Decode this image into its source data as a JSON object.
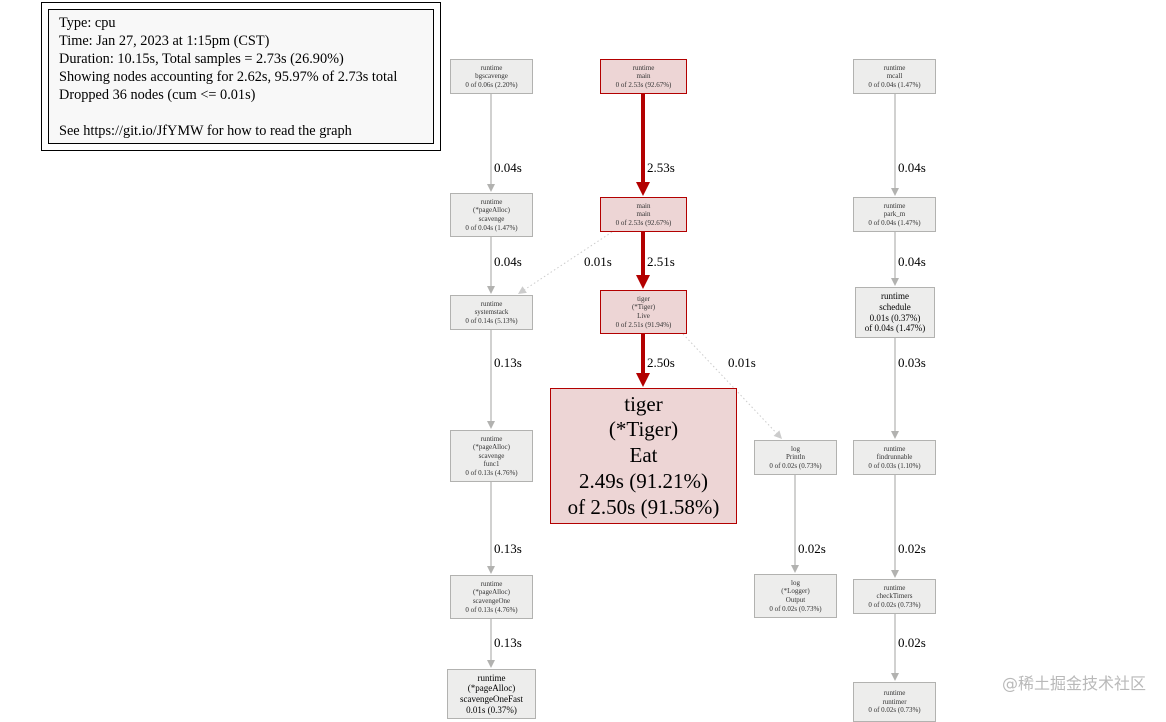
{
  "legend": {
    "type": "Type: cpu",
    "time": "Time: Jan 27, 2023 at 1:15pm (CST)",
    "duration": "Duration: 10.15s, Total samples = 2.73s (26.90%)",
    "showing": "Showing nodes accounting for 2.62s, 95.97% of 2.73s total",
    "dropped": "Dropped 36 nodes (cum <= 0.01s)",
    "help": "See https://git.io/JfYMW for how to read the graph"
  },
  "nodes": {
    "bgscavenge": [
      "runtime",
      "bgscavenge",
      "0 of 0.06s (2.20%)"
    ],
    "scavenge": [
      "runtime",
      "(*pageAlloc)",
      "scavenge",
      "0 of 0.04s (1.47%)"
    ],
    "systemstack": [
      "runtime",
      "systemstack",
      "0 of 0.14s (5.13%)"
    ],
    "scavenge_func1": [
      "runtime",
      "(*pageAlloc)",
      "scavenge",
      "func1",
      "0 of 0.13s (4.76%)"
    ],
    "scavengeOne": [
      "runtime",
      "(*pageAlloc)",
      "scavengeOne",
      "0 of 0.13s (4.76%)"
    ],
    "scavengeOneFast": [
      "runtime",
      "(*pageAlloc)",
      "scavengeOneFast",
      "0.01s (0.37%)"
    ],
    "runtime_main": [
      "runtime",
      "main",
      "0 of 2.53s (92.67%)"
    ],
    "main_main": [
      "main",
      "main",
      "0 of 2.53s (92.67%)"
    ],
    "tiger_live": [
      "tiger",
      "(*Tiger)",
      "Live",
      "0 of 2.51s (91.94%)"
    ],
    "tiger_eat": [
      "tiger",
      "(*Tiger)",
      "Eat",
      "2.49s (91.21%)",
      "of 2.50s (91.58%)"
    ],
    "log_println": [
      "log",
      "Println",
      "0 of 0.02s (0.73%)"
    ],
    "logger_output": [
      "log",
      "(*Logger)",
      "Output",
      "0 of 0.02s (0.73%)"
    ],
    "mcall": [
      "runtime",
      "mcall",
      "0 of 0.04s (1.47%)"
    ],
    "park_m": [
      "runtime",
      "park_m",
      "0 of 0.04s (1.47%)"
    ],
    "schedule": [
      "runtime",
      "schedule",
      "0.01s (0.37%)",
      "of 0.04s (1.47%)"
    ],
    "findrunnable": [
      "runtime",
      "findrunnable",
      "0 of 0.03s (1.10%)"
    ],
    "checkTimers": [
      "runtime",
      "checkTimers",
      "0 of 0.02s (0.73%)"
    ],
    "runtimer": [
      "runtime",
      "runtimer",
      "0 of 0.02s (0.73%)"
    ]
  },
  "edges": [
    {
      "id": "e_bg_scav",
      "from": "bgscavenge",
      "to": "scavenge",
      "label": "0.04s",
      "style": "solid",
      "color": "#b2b2b0"
    },
    {
      "id": "e_scav_sys",
      "from": "scavenge",
      "to": "systemstack",
      "label": "0.04s",
      "style": "solid",
      "color": "#b2b2b0"
    },
    {
      "id": "e_sys_func1",
      "from": "systemstack",
      "to": "scavenge_func1",
      "label": "0.13s",
      "style": "solid",
      "color": "#b2b2b0"
    },
    {
      "id": "e_func1_one",
      "from": "scavenge_func1",
      "to": "scavengeOne",
      "label": "0.13s",
      "style": "solid",
      "color": "#b2b2b0"
    },
    {
      "id": "e_one_fast",
      "from": "scavengeOne",
      "to": "scavengeOneFast",
      "label": "0.13s",
      "style": "solid",
      "color": "#b2b2b0"
    },
    {
      "id": "e_rtmain_main",
      "from": "runtime_main",
      "to": "main_main",
      "label": "2.53s",
      "style": "solid",
      "color": "#b30000"
    },
    {
      "id": "e_main_sys",
      "from": "main_main",
      "to": "systemstack",
      "label": "0.01s",
      "style": "dotted",
      "color": "#cccccc"
    },
    {
      "id": "e_main_live",
      "from": "main_main",
      "to": "tiger_live",
      "label": "2.51s",
      "style": "solid",
      "color": "#b30000"
    },
    {
      "id": "e_live_eat",
      "from": "tiger_live",
      "to": "tiger_eat",
      "label": "2.50s",
      "style": "solid",
      "color": "#b30000"
    },
    {
      "id": "e_live_println",
      "from": "tiger_live",
      "to": "log_println",
      "label": "0.01s",
      "style": "dotted",
      "color": "#cccccc"
    },
    {
      "id": "e_println_output",
      "from": "log_println",
      "to": "logger_output",
      "label": "0.02s",
      "style": "solid",
      "color": "#b2b2b0"
    },
    {
      "id": "e_mcall_park",
      "from": "mcall",
      "to": "park_m",
      "label": "0.04s",
      "style": "solid",
      "color": "#b2b2b0"
    },
    {
      "id": "e_park_sched",
      "from": "park_m",
      "to": "schedule",
      "label": "0.04s",
      "style": "solid",
      "color": "#b2b2b0"
    },
    {
      "id": "e_sched_find",
      "from": "schedule",
      "to": "findrunnable",
      "label": "0.03s",
      "style": "solid",
      "color": "#b2b2b0"
    },
    {
      "id": "e_find_check",
      "from": "findrunnable",
      "to": "checkTimers",
      "label": "0.02s",
      "style": "solid",
      "color": "#b2b2b0"
    },
    {
      "id": "e_check_runtimer",
      "from": "checkTimers",
      "to": "runtimer",
      "label": "0.02s",
      "style": "solid",
      "color": "#b2b2b0"
    }
  ],
  "watermark": "@稀土掘金技术社区"
}
